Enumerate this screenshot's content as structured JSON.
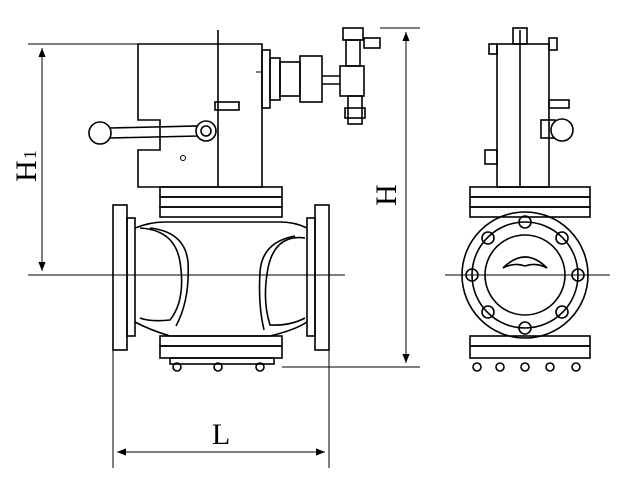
{
  "dimensions": {
    "h1_main": "H",
    "h1_sub": "1",
    "h_label": "H",
    "l_label": "L"
  },
  "colors": {
    "line": "#000000",
    "background": "#ffffff"
  }
}
